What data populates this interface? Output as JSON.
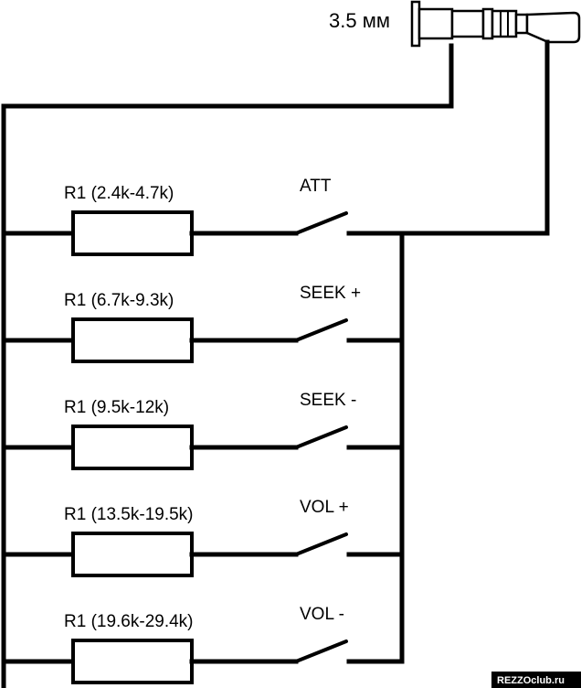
{
  "plug": {
    "label": "3.5 мм"
  },
  "branches": [
    {
      "resistor_label": "R1 (2.4k-4.7k)",
      "switch_label": "ATT"
    },
    {
      "resistor_label": "R1 (6.7k-9.3k)",
      "switch_label": "SEEK +"
    },
    {
      "resistor_label": "R1 (9.5k-12k)",
      "switch_label": "SEEK -"
    },
    {
      "resistor_label": "R1 (13.5k-19.5k)",
      "switch_label": "VOL +"
    },
    {
      "resistor_label": "R1 (19.6k-29.4k)",
      "switch_label": "VOL -"
    }
  ],
  "watermark": "REZZOclub.ru"
}
